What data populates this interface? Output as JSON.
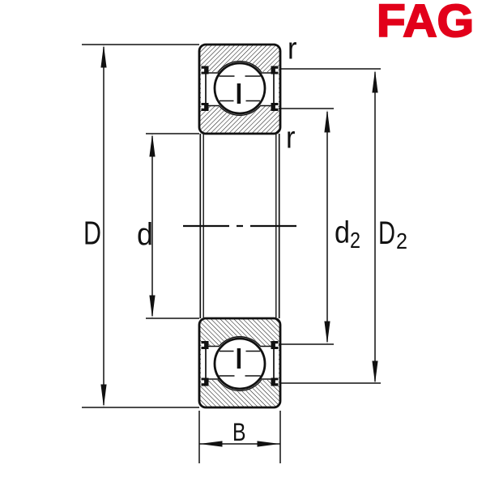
{
  "logo": {
    "text": "FAG",
    "color": "#E2001A"
  },
  "dimension_labels": {
    "outer_diameter": "D",
    "bore_diameter": "d",
    "d2_base": "d",
    "d2_sub": "2",
    "D2_base": "D",
    "D2_sub": "2",
    "width": "B",
    "radius_top": "r",
    "radius_bottom": "r"
  },
  "colors": {
    "line": "#111111",
    "logo": "#E2001A",
    "background": "#ffffff"
  },
  "diagram": {
    "description": "cross-section drawing of a shielded deep groove ball bearing with dimension lines"
  }
}
